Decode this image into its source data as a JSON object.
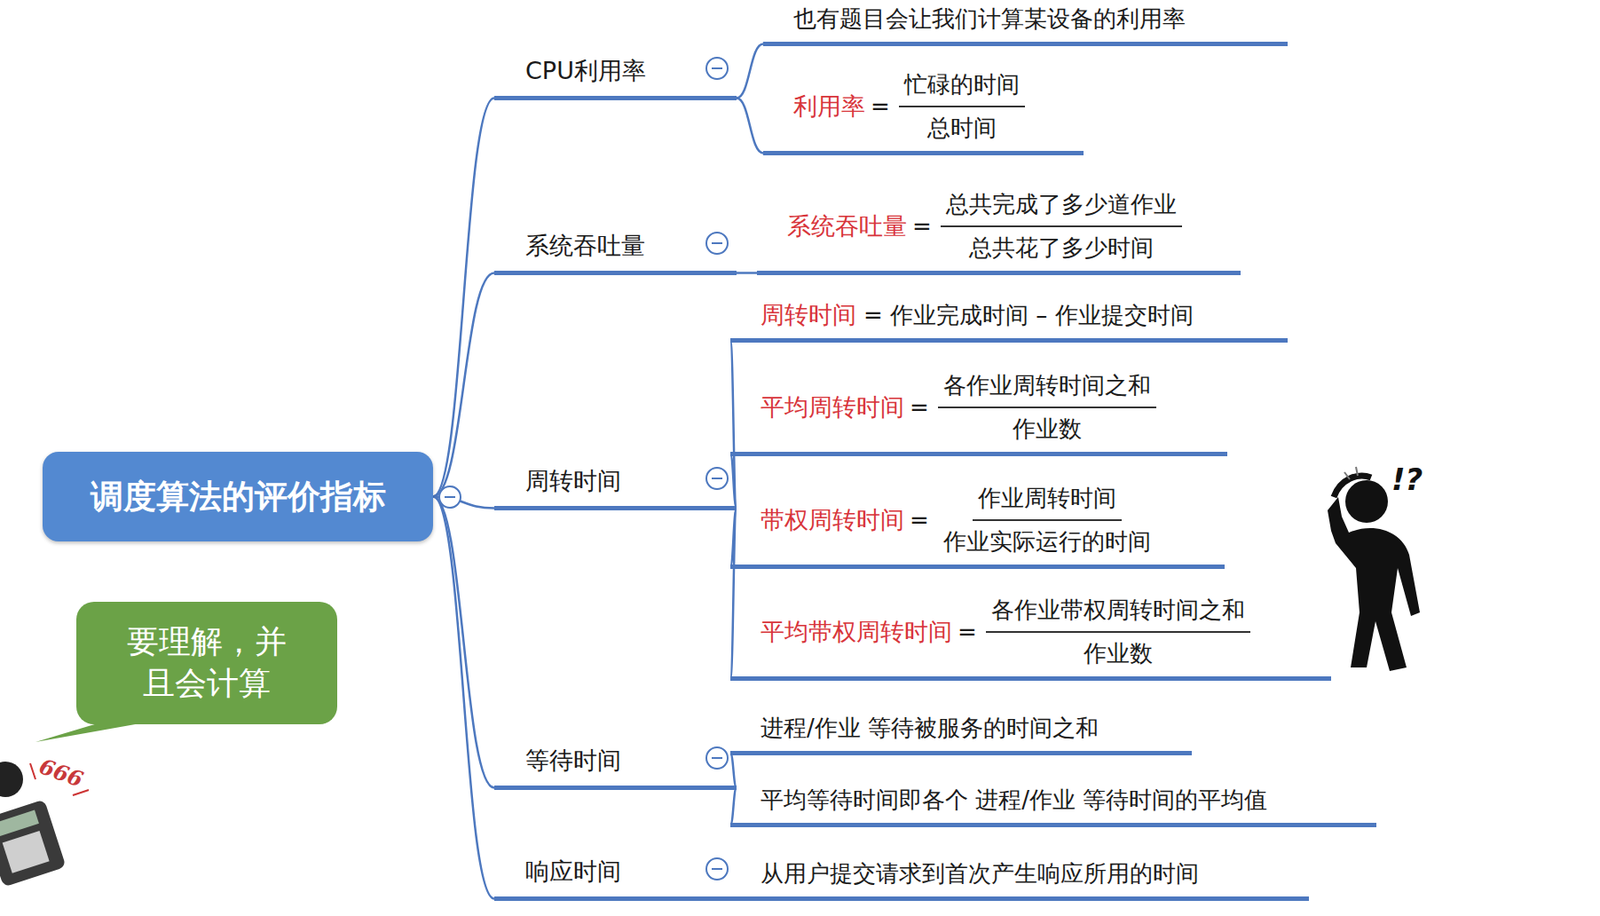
{
  "diagram": {
    "nodes": [
      {
        "text": [
          "调度算法的评价指标"
        ]
      },
      {
        "text": [
          "CPU利用率"
        ]
      },
      {
        "text": [
          "也有题目会让我们计算某设备的利用率"
        ]
      },
      {
        "text": [
          "利用率",
          "=",
          "忙碌的时间",
          "总时间"
        ]
      },
      {
        "text": [
          "系统吞吐量"
        ]
      },
      {
        "text": [
          "系统吞吐量",
          "=",
          "总共完成了多少道作业",
          "总共花了多少时间"
        ]
      },
      {
        "text": [
          "周转时间"
        ]
      },
      {
        "text": [
          "周转时间",
          "= 作业完成时间 – 作业提交时间"
        ]
      },
      {
        "text": [
          "平均周转时间",
          "=",
          "各作业周转时间之和",
          "作业数"
        ]
      },
      {
        "text": [
          "带权周转时间",
          "=",
          "作业周转时间",
          "作业实际运行的时间"
        ]
      },
      {
        "text": [
          "平均带权周转时间",
          "=",
          "各作业带权周转时间之和",
          "作业数"
        ]
      },
      {
        "text": [
          "等待时间"
        ]
      },
      {
        "text": [
          "进程/作业 等待被服务的时间之和"
        ]
      },
      {
        "text": [
          "平均等待时间即各个 进程/作业 等待时间的平均值"
        ]
      },
      {
        "text": [
          "响应时间"
        ]
      },
      {
        "text": [
          "从用户提交请求到首次产生响应所用的时间"
        ]
      },
      {
        "text": [
          "要理解，并且会计算"
        ]
      }
    ],
    "edges": [
      {
        "from": 0,
        "to": 1,
        "arrow": "none"
      },
      {
        "from": 0,
        "to": 4,
        "arrow": "none"
      },
      {
        "from": 0,
        "to": 6,
        "arrow": "none"
      },
      {
        "from": 0,
        "to": 11,
        "arrow": "none"
      },
      {
        "from": 0,
        "to": 14,
        "arrow": "none"
      },
      {
        "from": 1,
        "to": 2,
        "arrow": "none"
      },
      {
        "from": 1,
        "to": 3,
        "arrow": "none"
      },
      {
        "from": 4,
        "to": 5,
        "arrow": "none"
      },
      {
        "from": 6,
        "to": 7,
        "arrow": "none"
      },
      {
        "from": 6,
        "to": 8,
        "arrow": "none"
      },
      {
        "from": 6,
        "to": 9,
        "arrow": "none"
      },
      {
        "from": 6,
        "to": 10,
        "arrow": "none"
      },
      {
        "from": 11,
        "to": 12,
        "arrow": "none"
      },
      {
        "from": 11,
        "to": 13,
        "arrow": "none"
      },
      {
        "from": 14,
        "to": 15,
        "arrow": "none"
      }
    ],
    "labels": [
      "666",
      "!?"
    ]
  }
}
